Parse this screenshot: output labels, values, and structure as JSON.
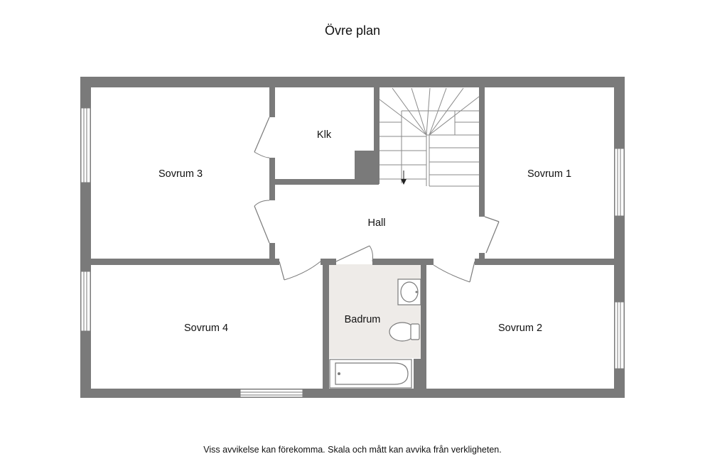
{
  "title": "Övre plan",
  "rooms": {
    "sovrum3": "Sovrum 3",
    "klk": "Klk",
    "sovrum1": "Sovrum 1",
    "hall": "Hall",
    "badrum": "Badrum",
    "sovrum4": "Sovrum 4",
    "sovrum2": "Sovrum 2"
  },
  "disclaimer": "Viss avvikelse kan förekomma. Skala och mått kan avvika från verkligheten.",
  "colors": {
    "wall": "#7a7a7a",
    "bathroom_floor": "#eeebe8",
    "background": "#ffffff"
  }
}
